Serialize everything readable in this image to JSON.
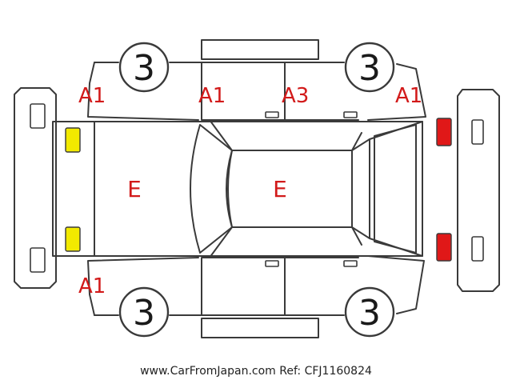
{
  "tires": {
    "front_left": "3",
    "front_right": "3",
    "rear_left": "3",
    "rear_right": "3"
  },
  "damage": {
    "front_left_fender": "A1",
    "front_left_door": "A1",
    "rear_left_door": "A3",
    "rear_left_quarter": "A1",
    "front_right_fender": "A1"
  },
  "areas": {
    "hood": "E",
    "roof": "E"
  },
  "lamp_colors": {
    "front": "#f2ea00",
    "rear": "#e01818"
  },
  "footer": "www.CarFromJapan.com Ref: CFJ1160824"
}
